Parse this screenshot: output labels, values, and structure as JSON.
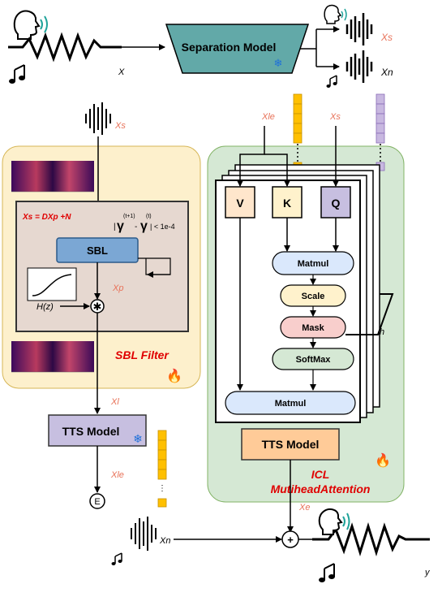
{
  "top": {
    "separation_model": "Separation Model",
    "x_label": "X",
    "xs_label": "Xs",
    "xn_label": "Xn"
  },
  "sbl_panel": {
    "xs_input": "Xs",
    "equation": "Xs = DXp +N",
    "sbl_block": "SBL",
    "hz_label": "H(z)",
    "xp_label": "Xp",
    "convergence": "|γ(t+1) - γ(t)| < 1e-4",
    "conv_gamma": "γ",
    "conv_sup1": "(t+1)",
    "conv_minus": "-",
    "conv_sup2": "(t)",
    "conv_tail": "| < 1e-4",
    "title": "SBL Filter",
    "xl_label": "Xl",
    "tts_model": "TTS Model",
    "xle_label": "Xle",
    "end_label": "E"
  },
  "icl_panel": {
    "xle_label": "Xle",
    "xs_label": "Xs",
    "v_label": "V",
    "k_label": "K",
    "q_label": "Q",
    "matmul_top": "Matmul",
    "scale": "Scale",
    "mask": "Mask",
    "softmax": "SoftMax",
    "matmul_bottom": "Matmul",
    "h_label": "h",
    "tts_model": "TTS Model",
    "title_line1": "ICL",
    "title_line2": "MutiheadAttention",
    "xe_label": "Xe"
  },
  "bottom": {
    "xn_label": "Xn",
    "plus": "+",
    "y_label": "y"
  },
  "colors": {
    "orange_text": "#e8735a",
    "red_title": "#e00000",
    "sbl_bg": "#fdf0cc",
    "icl_bg": "#d5e8d4",
    "separation_fill": "#62a9a8",
    "tts_fill": "#c7bfe0",
    "tts_orange": "#ffcb98",
    "matmul_fill": "#dae8fc",
    "scale_fill": "#fff2cc",
    "mask_fill": "#f8cecc",
    "softmax_fill": "#d5e8d4",
    "token_yellow": "#ffc000",
    "token_purple": "#c8b8e0"
  }
}
